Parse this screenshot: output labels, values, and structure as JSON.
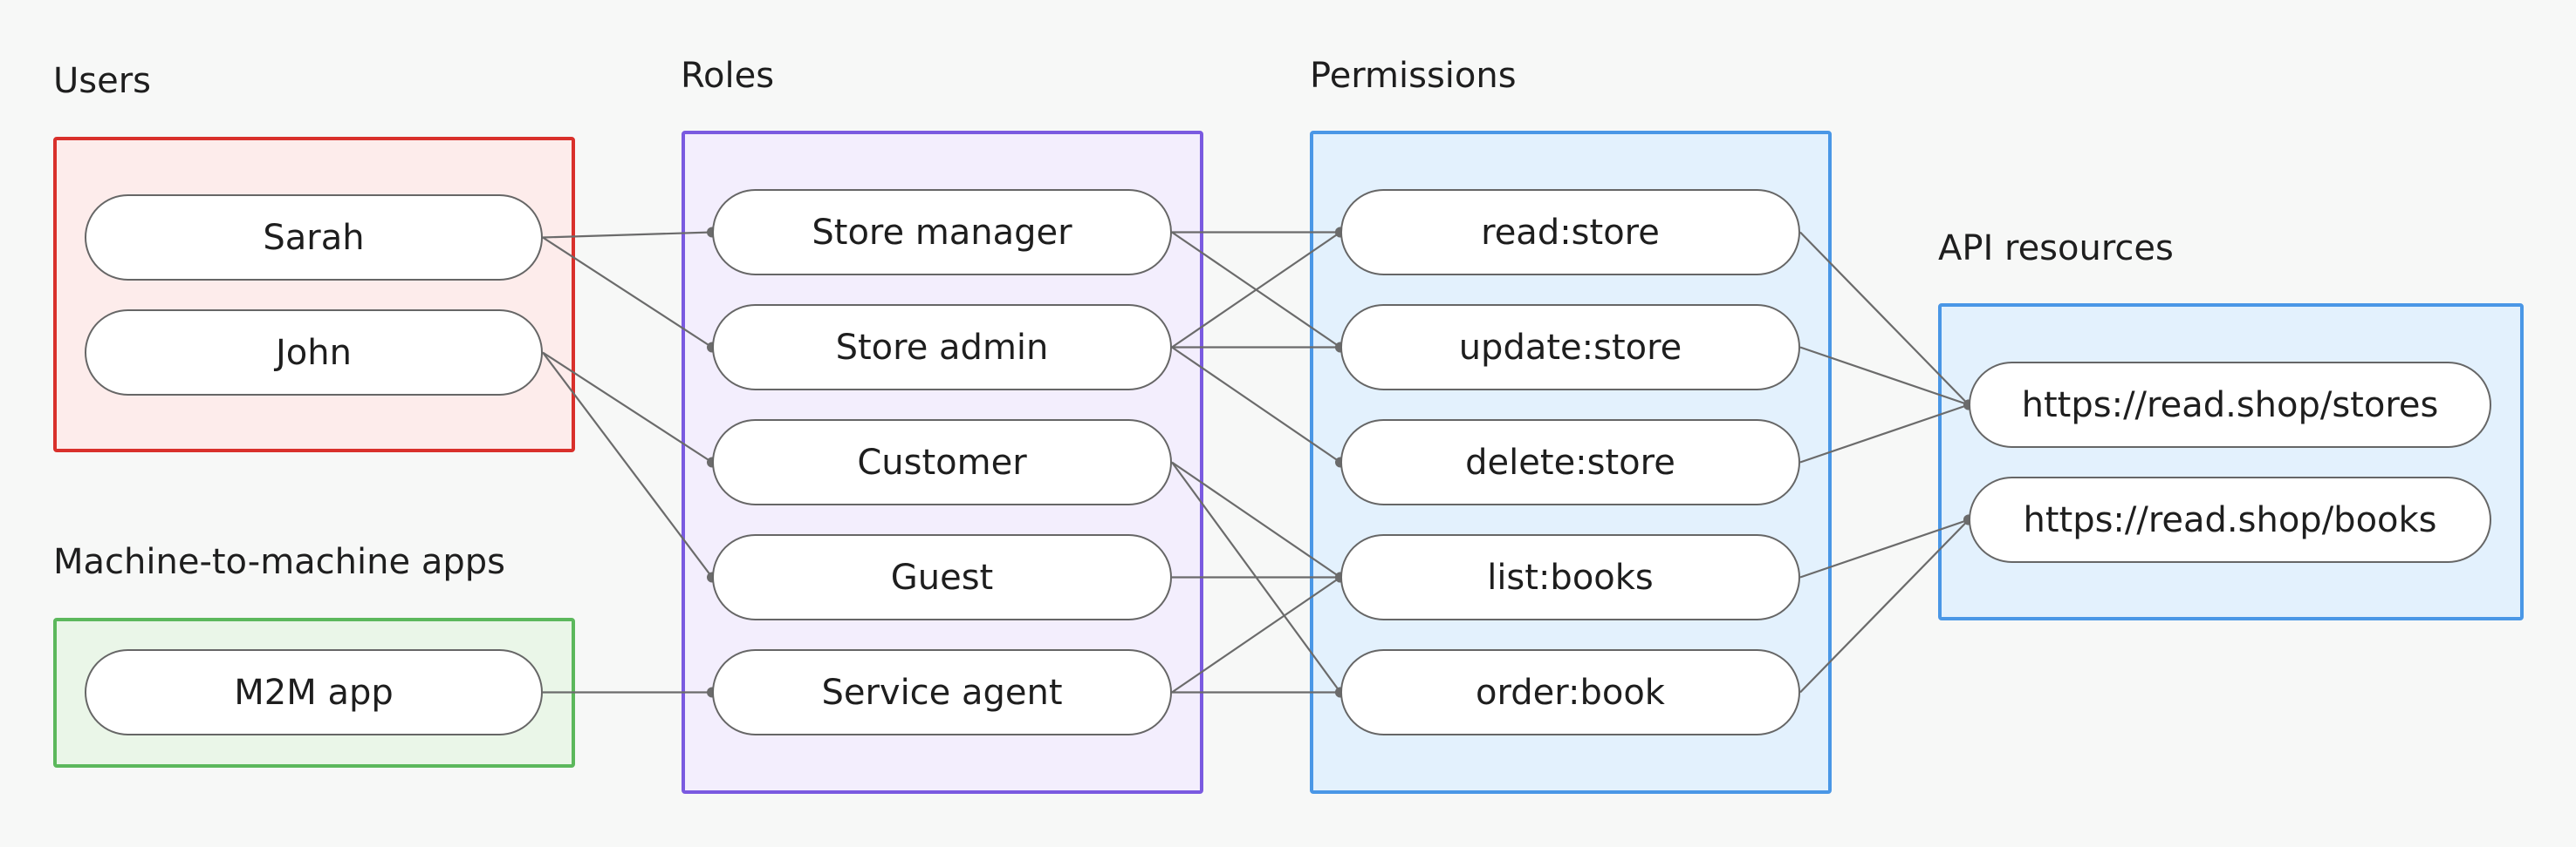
{
  "groups": {
    "users": {
      "title": "Users",
      "border": "#d9302b",
      "fill": "#fdeceb"
    },
    "m2m": {
      "title": "Machine-to-machine apps",
      "border": "#5cb85c",
      "fill": "#eaf6e8"
    },
    "roles": {
      "title": "Roles",
      "border": "#7a5ae0",
      "fill": "#f3eefd"
    },
    "permissions": {
      "title": "Permissions",
      "border": "#4a97e6",
      "fill": "#e3f1fd"
    },
    "api": {
      "title": "API resources",
      "border": "#4a97e6",
      "fill": "#e3f1fd"
    }
  },
  "nodes": {
    "sarah": "Sarah",
    "john": "John",
    "m2m_app": "M2M app",
    "store_manager": "Store manager",
    "store_admin": "Store admin",
    "customer": "Customer",
    "guest": "Guest",
    "service_agent": "Service agent",
    "read_store": "read:store",
    "update_store": "update:store",
    "delete_store": "delete:store",
    "list_books": "list:books",
    "order_book": "order:book",
    "stores_api": "https://read.shop/stores",
    "books_api": "https://read.shop/books"
  },
  "edges": [
    [
      "sarah",
      "store_manager"
    ],
    [
      "sarah",
      "store_admin"
    ],
    [
      "john",
      "customer"
    ],
    [
      "john",
      "guest"
    ],
    [
      "m2m_app",
      "service_agent"
    ],
    [
      "store_manager",
      "read_store"
    ],
    [
      "store_manager",
      "update_store"
    ],
    [
      "store_admin",
      "read_store"
    ],
    [
      "store_admin",
      "update_store"
    ],
    [
      "store_admin",
      "delete_store"
    ],
    [
      "customer",
      "list_books"
    ],
    [
      "customer",
      "order_book"
    ],
    [
      "guest",
      "list_books"
    ],
    [
      "service_agent",
      "list_books"
    ],
    [
      "service_agent",
      "order_book"
    ],
    [
      "read_store",
      "stores_api"
    ],
    [
      "update_store",
      "stores_api"
    ],
    [
      "delete_store",
      "stores_api"
    ],
    [
      "list_books",
      "books_api"
    ],
    [
      "order_book",
      "books_api"
    ]
  ],
  "link_color": "#6b6b6b"
}
